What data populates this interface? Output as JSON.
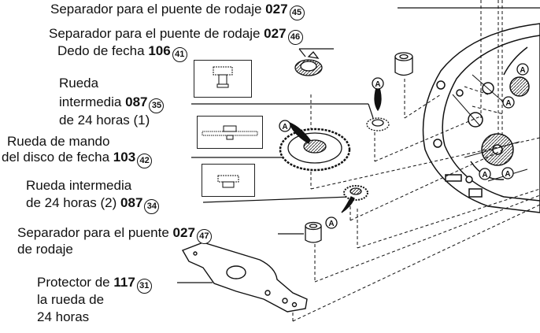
{
  "labels": [
    {
      "id": "45",
      "text": "Separador para el puente de rodaje",
      "code": "027",
      "ref": "45"
    },
    {
      "id": "46",
      "text": "Separador para el puente de rodaje",
      "code": "027",
      "ref": "46"
    },
    {
      "id": "41",
      "text": "Dedo de fecha",
      "code": "106",
      "ref": "41"
    },
    {
      "id": "35",
      "lines": [
        "Rueda",
        "intermedia",
        "de 24 horas (1)"
      ],
      "code": "087",
      "ref": "35"
    },
    {
      "id": "42",
      "lines": [
        "Rueda de mando",
        "del disco de fecha"
      ],
      "code": "103",
      "ref": "42"
    },
    {
      "id": "34",
      "lines": [
        "Rueda intermedia",
        "de 24 horas (2)"
      ],
      "code": "087",
      "ref": "34"
    },
    {
      "id": "47",
      "lines": [
        "Separador para el puente",
        "de rodaje"
      ],
      "code": "027",
      "ref": "47"
    },
    {
      "id": "31",
      "lines": [
        "Protector de",
        "la rueda de",
        "24 horas"
      ],
      "code": "117",
      "ref": "31"
    }
  ],
  "marker": "A",
  "colors": {
    "ink": "#111111",
    "paper": "#ffffff"
  }
}
